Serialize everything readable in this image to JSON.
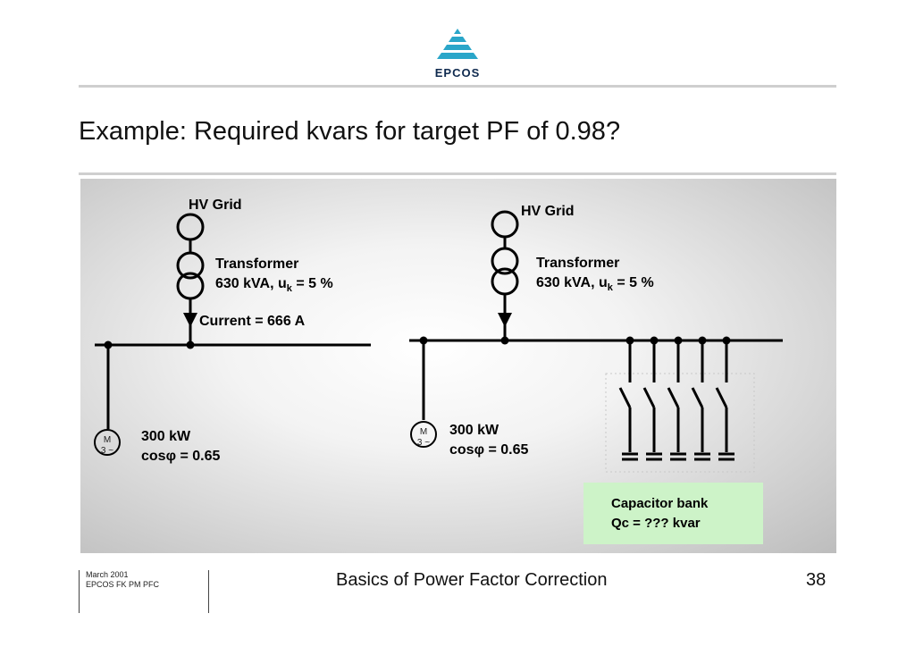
{
  "header": {
    "brand": "EPCOS",
    "logo_color": "#2aa6c9"
  },
  "slide": {
    "title": "Example: Required kvars for target PF of 0.98?"
  },
  "diagram": {
    "left": {
      "grid_label": "HV Grid",
      "transformer_line1": "Transformer",
      "transformer_line2_prefix": "630 kVA, u",
      "transformer_line2_sub": "k",
      "transformer_line2_suffix": " = 5 %",
      "current_label": "Current = 666 A",
      "motor_top": "M",
      "motor_bottom": "3 ~",
      "load_power": "300 kW",
      "load_pf": "cosφ = 0.65"
    },
    "right": {
      "grid_label": "HV Grid",
      "transformer_line1": "Transformer",
      "transformer_line2_prefix": "630 kVA, u",
      "transformer_line2_sub": "k",
      "transformer_line2_suffix": " = 5 %",
      "motor_top": "M",
      "motor_bottom": "3 ~",
      "load_power": "300 kW",
      "load_pf": "cosφ = 0.65",
      "capacitor_line1": "Capacitor bank",
      "capacitor_line2": "Qc = ??? kvar",
      "capacitor_box_color": "#cdf3c8"
    }
  },
  "footer": {
    "date": "March 2001",
    "doc_code": "EPCOS FK PM PFC",
    "title": "Basics of Power Factor Correction",
    "page": "38"
  }
}
